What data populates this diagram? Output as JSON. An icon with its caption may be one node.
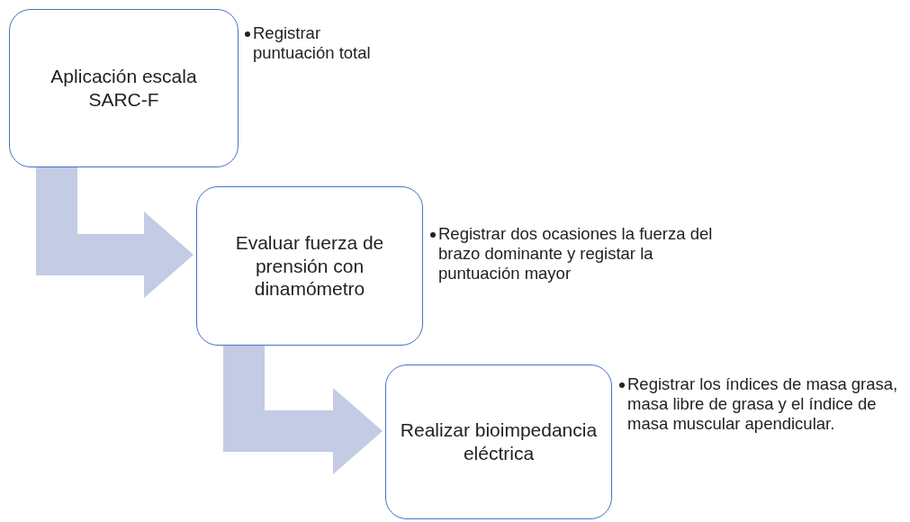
{
  "diagram": {
    "nodes": [
      {
        "text": [
          "Aplicación escala SARC-F"
        ],
        "beside": [
          "Registrar puntuación total"
        ]
      },
      {
        "text": [
          "Evaluar fuerza de prensión con dinamómetro"
        ],
        "beside": [
          "Registrar dos ocasiones la fuerza del brazo dominante y registar la puntuación mayor"
        ]
      },
      {
        "text": [
          "Realizar bioimpedancia eléctrica"
        ],
        "beside": [
          "Registrar los índices de masa grasa, masa libre de grasa y el índice de masa muscular apendicular."
        ]
      }
    ],
    "edges": [
      {
        "from": 0,
        "to": 1,
        "arrow": "to"
      },
      {
        "from": 1,
        "to": 2,
        "arrow": "to"
      }
    ]
  }
}
